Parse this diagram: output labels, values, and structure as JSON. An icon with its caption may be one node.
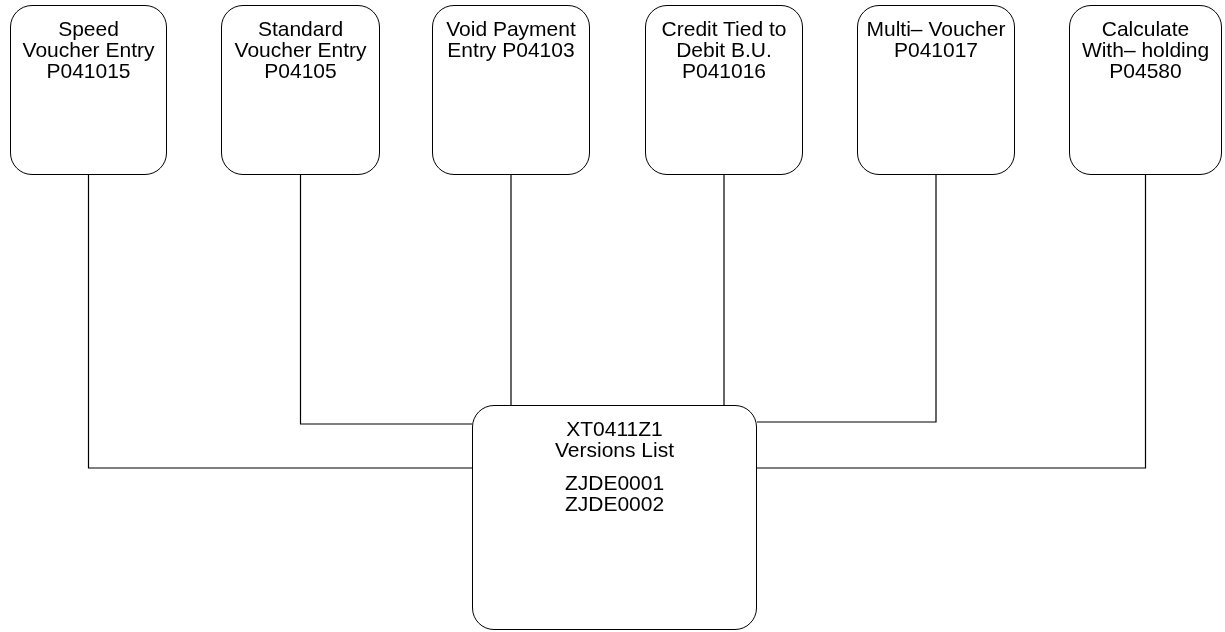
{
  "diagram": {
    "nodes": [
      {
        "text": [
          "Speed Voucher Entry P041015"
        ]
      },
      {
        "text": [
          "Standard Voucher Entry P04105"
        ]
      },
      {
        "text": [
          "Void Payment Entry P04103"
        ]
      },
      {
        "text": [
          "Credit Tied to Debit B.U. P041016"
        ]
      },
      {
        "text": [
          "Multi– Voucher P041017"
        ]
      },
      {
        "text": [
          "Calculate With– holding P04580"
        ]
      },
      {
        "text": [
          "XT0411Z1 Versions List",
          "ZJDE0001 ZJDE0002"
        ]
      }
    ],
    "edges": [
      {
        "from": 0,
        "to": 6,
        "arrow": "none"
      },
      {
        "from": 1,
        "to": 6,
        "arrow": "none"
      },
      {
        "from": 2,
        "to": 6,
        "arrow": "none"
      },
      {
        "from": 3,
        "to": 6,
        "arrow": "none"
      },
      {
        "from": 4,
        "to": 6,
        "arrow": "none"
      },
      {
        "from": 5,
        "to": 6,
        "arrow": "none"
      }
    ]
  }
}
